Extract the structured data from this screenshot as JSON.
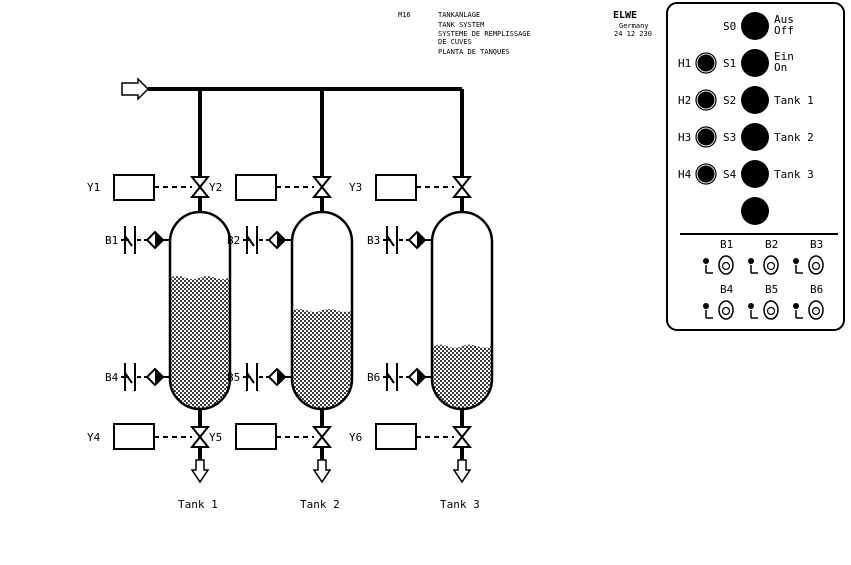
{
  "header": {
    "code": "M16",
    "titles": [
      "TANKANLAGE",
      "TANK SYSTEM",
      "SYSTEME DE REMPLISSAGE",
      "DE CUVES",
      "PLANTA DE TANQUES"
    ],
    "brand": "ELWE",
    "country": "Germany",
    "part_no": "24 12 230"
  },
  "tanks": [
    {
      "name": "Tank 1",
      "valve_in": "Y1",
      "valve_out": "Y4",
      "sensor_top": "B1",
      "sensor_bottom": "B4",
      "fill": 0.74
    },
    {
      "name": "Tank 2",
      "valve_in": "Y2",
      "valve_out": "Y5",
      "sensor_top": "B2",
      "sensor_bottom": "B5",
      "fill": 0.5
    },
    {
      "name": "Tank 3",
      "valve_in": "Y3",
      "valve_out": "Y6",
      "sensor_top": "B3",
      "sensor_bottom": "B6",
      "fill": 0.24
    }
  ],
  "panel": {
    "rows": [
      {
        "lamp": "",
        "switch": "S0",
        "action": [
          "Aus",
          "Off"
        ]
      },
      {
        "lamp": "H1",
        "switch": "S1",
        "action": [
          "Ein",
          "On"
        ]
      },
      {
        "lamp": "H2",
        "switch": "S2",
        "action": [
          "Tank 1"
        ]
      },
      {
        "lamp": "H3",
        "switch": "S3",
        "action": [
          "Tank 2"
        ]
      },
      {
        "lamp": "H4",
        "switch": "S4",
        "action": [
          "Tank 3"
        ]
      },
      {
        "lamp": "",
        "switch": "",
        "action": []
      }
    ],
    "sensors_row1": [
      "B1",
      "B2",
      "B3"
    ],
    "sensors_row2": [
      "B4",
      "B5",
      "B6"
    ]
  }
}
